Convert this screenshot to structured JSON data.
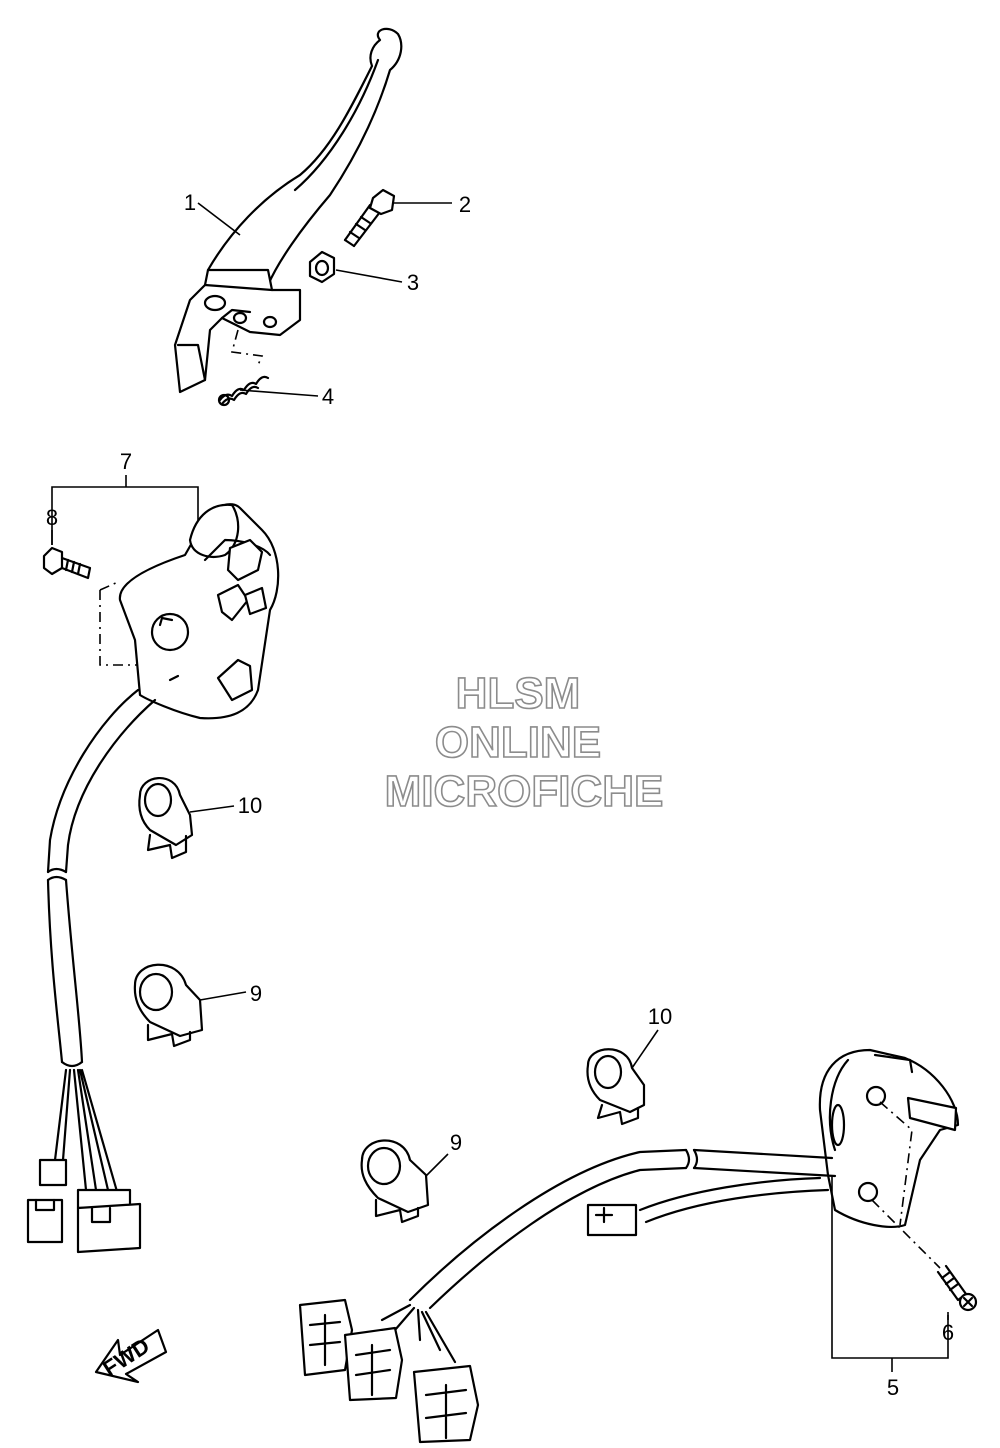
{
  "watermark": {
    "line1": "HLSM",
    "line2": "ONLINE",
    "line3": "MICROFICHE",
    "stroke_color": "#8c8c8c"
  },
  "direction_arrow": {
    "label": "FWD"
  },
  "callouts": [
    {
      "id": "c1",
      "label": "1"
    },
    {
      "id": "c2",
      "label": "2"
    },
    {
      "id": "c3",
      "label": "3"
    },
    {
      "id": "c4",
      "label": "4"
    },
    {
      "id": "c5",
      "label": "5"
    },
    {
      "id": "c6",
      "label": "6"
    },
    {
      "id": "c7",
      "label": "7"
    },
    {
      "id": "c8",
      "label": "8"
    },
    {
      "id": "c9a",
      "label": "9"
    },
    {
      "id": "c9b",
      "label": "9"
    },
    {
      "id": "c10a",
      "label": "10"
    },
    {
      "id": "c10b",
      "label": "10"
    }
  ]
}
